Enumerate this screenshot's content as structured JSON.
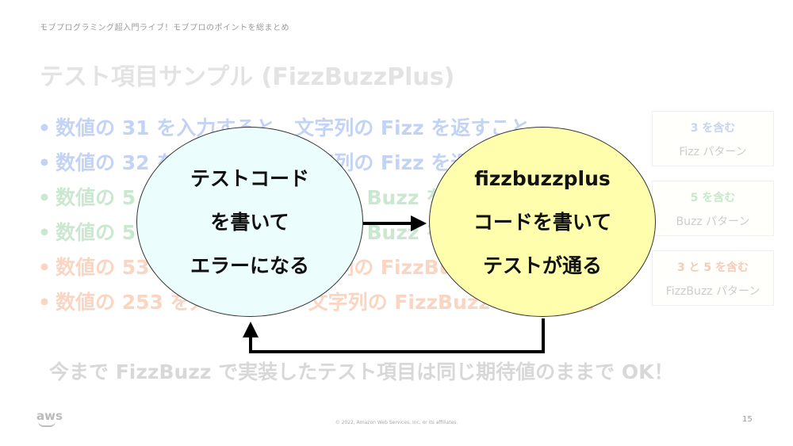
{
  "header": {
    "breadcrumb": "モブプログラミング超入門ライブ！モブプロのポイントを総まとめ",
    "title": "テスト項目サンプル (FizzBuzzPlus)"
  },
  "bullets": [
    {
      "text": "数値の 31 を入力すると、文字列の Fizz を返すこと",
      "color": "#c2d3f5"
    },
    {
      "text": "数値の 32 を入力すると、文字列の Fizz を返すこと",
      "color": "#c2d3f5"
    },
    {
      "text": "数値の 5 を入力すると、文字列の Buzz を返すこと",
      "color": "#c9e8cf"
    },
    {
      "text": "数値の 5 を入力すると、文字列の Buzz を返すこと",
      "color": "#c9e8cf"
    },
    {
      "text": "数値の 53 を入力すると、文字列の FizzBuzz を返すこと",
      "color": "#f9d5c2"
    },
    {
      "text": "数値の 253 を入力すると、文字列の FizzBuzz を返すこと",
      "color": "#f9d5c2"
    }
  ],
  "boxes": [
    {
      "heading": "3 を含む",
      "sub": "Fizz パターン"
    },
    {
      "heading": "5 を含む",
      "sub": "Buzz パターン"
    },
    {
      "heading": "3 と 5 を含む",
      "sub": "FizzBuzz パターン"
    }
  ],
  "diagram": {
    "left_lines": [
      "テストコード",
      "を書いて",
      "エラーになる"
    ],
    "right_lines": [
      "fizzbuzzplus",
      "コードを書いて",
      "テストが通る"
    ],
    "left_fill": "#ebfdfd",
    "right_fill": "#fefead"
  },
  "footer": {
    "message": "今まで FizzBuzz で実装したテスト項目は同じ期待値のままで OK！",
    "logo": "aws",
    "copyright": "© 2022, Amazon Web Services, Inc. or its affiliates.",
    "page_number": "15"
  }
}
